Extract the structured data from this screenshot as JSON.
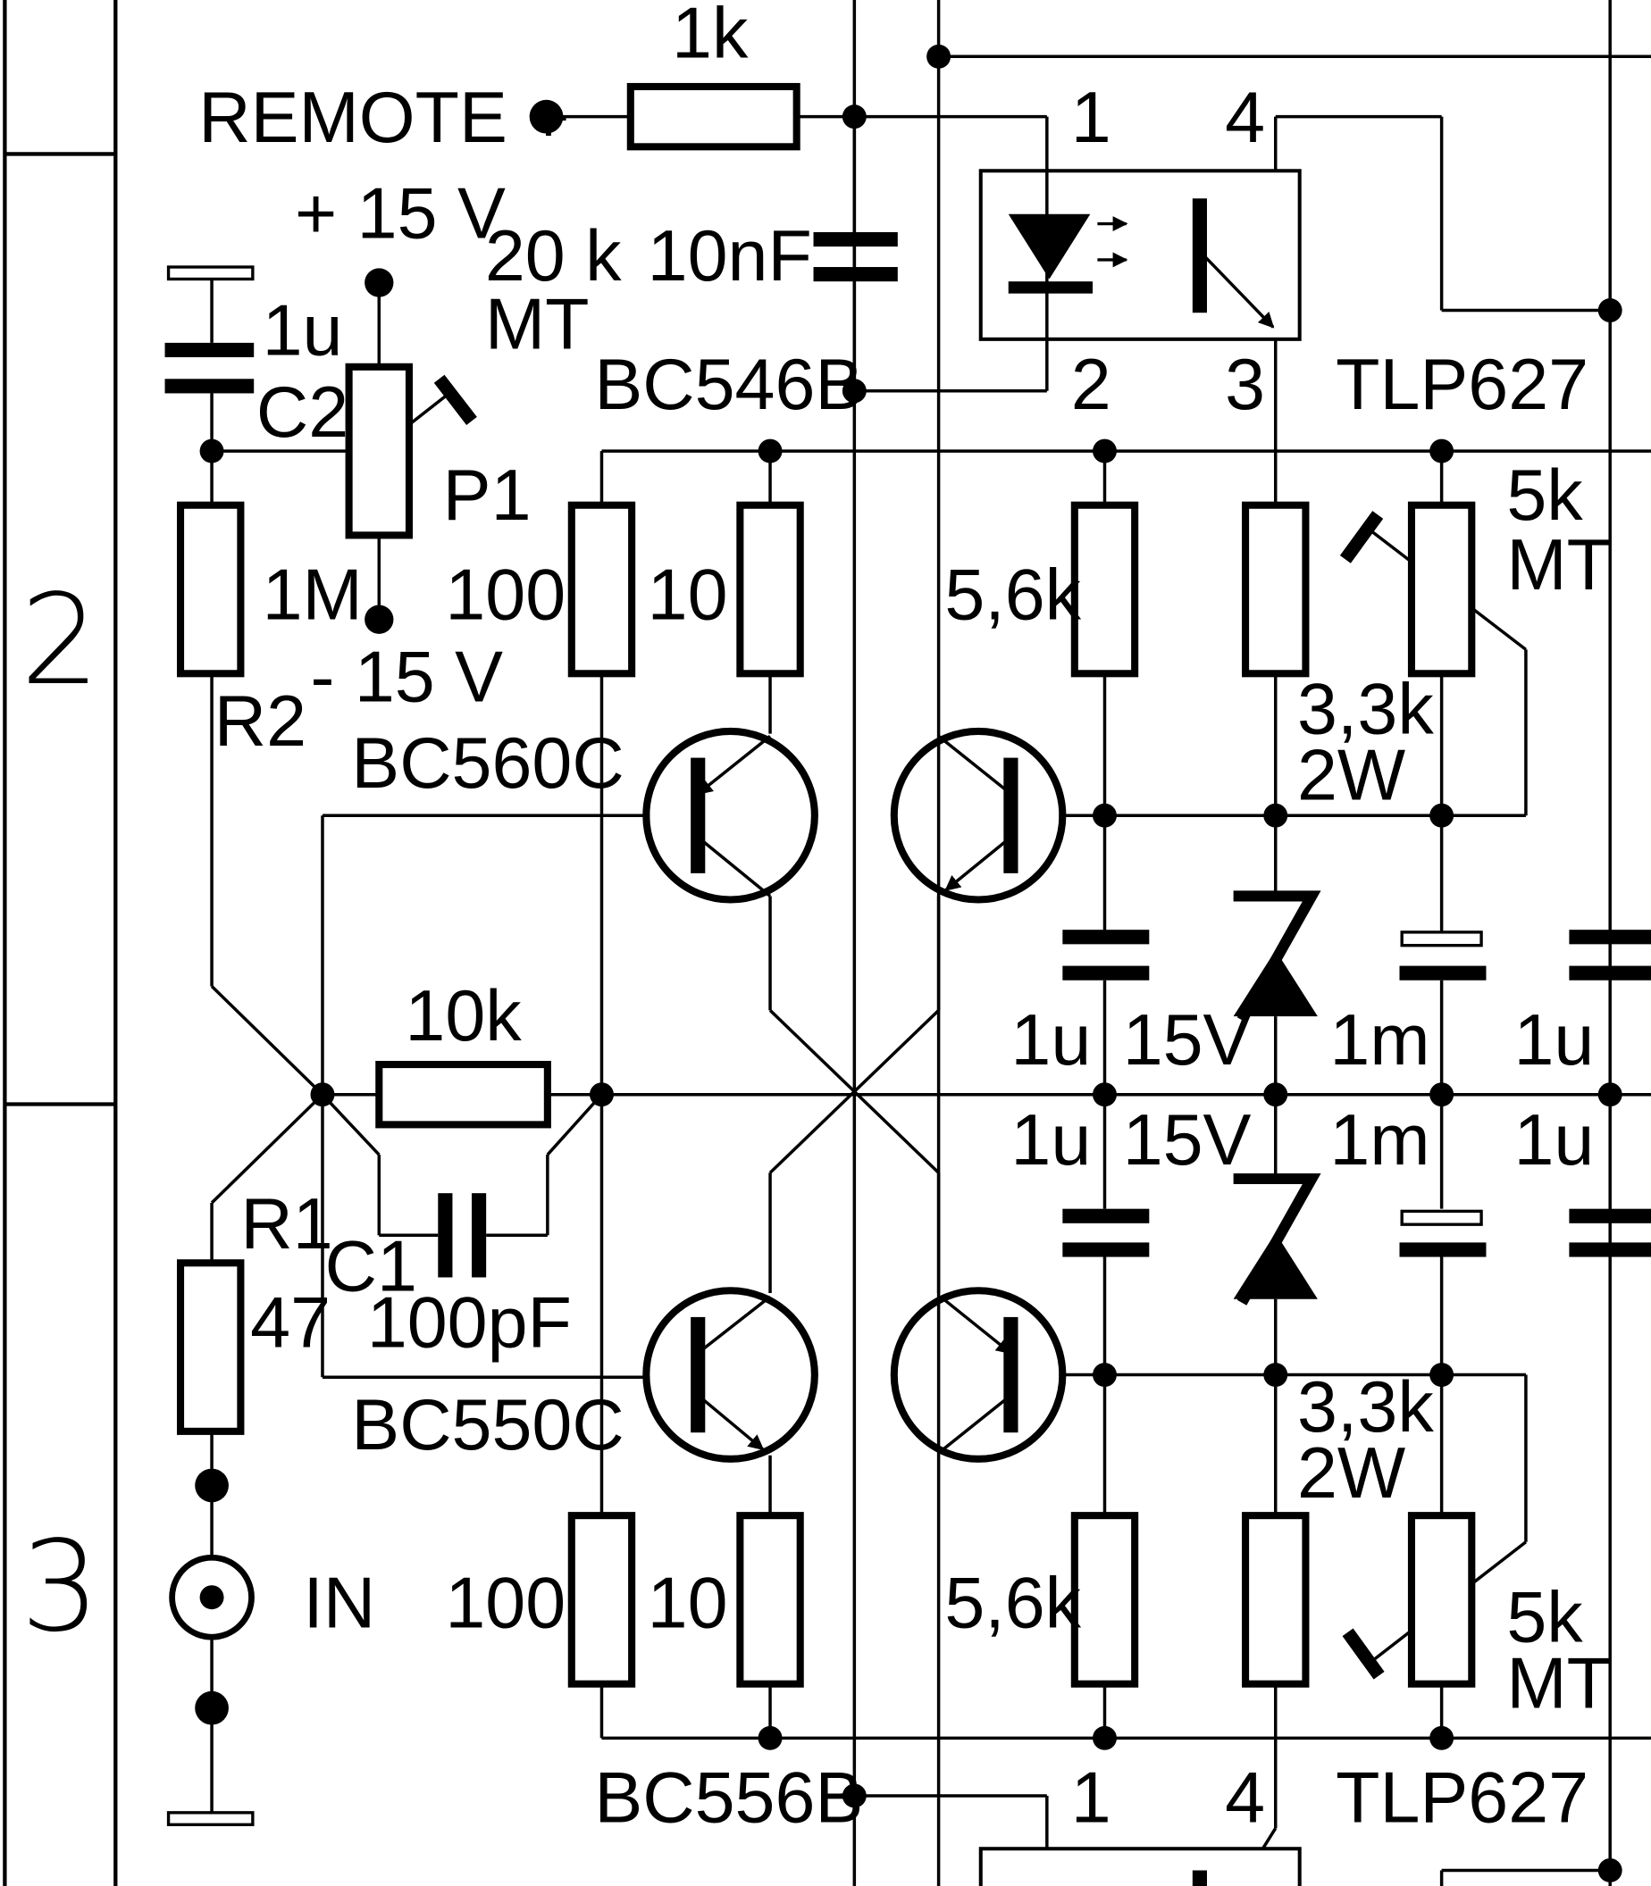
{
  "zones": {
    "upper": "2",
    "lower": "3"
  },
  "input": {
    "remote_label": "REMOTE +",
    "in_label": "IN"
  },
  "supplies": {
    "pos": "+ 15 V",
    "neg": "- 15 V"
  },
  "components": {
    "r_remote": "1k",
    "c_remote": "10nF",
    "c2_value": "1u",
    "c2_ref": "C2",
    "p1_value": "20 k",
    "p1_type": "MT",
    "p1_ref": "P1",
    "r2_value": "1M",
    "r2_ref": "R2",
    "r1_ref": "R1",
    "r1_value": "47",
    "c1_ref": "C1",
    "c1_value": "100pF",
    "rf_value": "10k",
    "q_top_small": "BC546B",
    "q_top_pnp": "BC560C",
    "q_bot_npn": "BC550C",
    "q_bot_small": "BC556B",
    "r_100_top": "100",
    "r_10_top": "10",
    "r_100_bot": "100",
    "r_10_bot": "10",
    "r_56_top": "5,6k",
    "r_56_bot": "5,6k",
    "r_33_top_a": "3,3k",
    "r_33_top_b": "2W",
    "r_33_bot_a": "3,3k",
    "r_33_bot_b": "2W",
    "trim_top_a": "5k",
    "trim_top_b": "MT",
    "trim_bot_a": "5k",
    "trim_bot_b": "MT",
    "c_1u_a": "1u",
    "z_a": "15V",
    "c_1m_a": "1m",
    "c_1u_b": "1u",
    "c_1u_c": "1u",
    "z_b": "15V",
    "c_1m_b": "1m",
    "c_1u_d": "1u"
  },
  "optocouplers": {
    "top": {
      "part": "TLP627",
      "pin1": "1",
      "pin2": "2",
      "pin3": "3",
      "pin4": "4"
    },
    "bottom": {
      "part": "TLP627",
      "pin1": "1",
      "pin4": "4"
    }
  }
}
